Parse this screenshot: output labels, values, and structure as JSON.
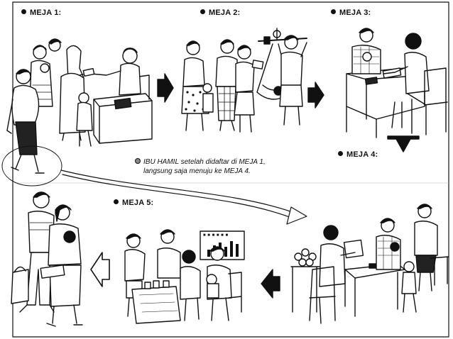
{
  "stations": [
    {
      "label": "MEJA 1:"
    },
    {
      "label": "MEJA 2:"
    },
    {
      "label": "MEJA 3:"
    },
    {
      "label": "MEJA 4:"
    },
    {
      "label": "MEJA 5:"
    }
  ],
  "note": {
    "line1": "IBU HAMIL setelah didaftar di MEJA 1,",
    "line2": "langsung saja menuju ke MEJA 4."
  },
  "wall_chart": {
    "title": "■ ■ ■ ■ ■ ■"
  },
  "icons": {
    "arrows": [
      "right-arrow-icon",
      "right-arrow-icon",
      "down-arrow-icon",
      "left-arrow-icon",
      "left-outline-arrow-icon"
    ]
  }
}
